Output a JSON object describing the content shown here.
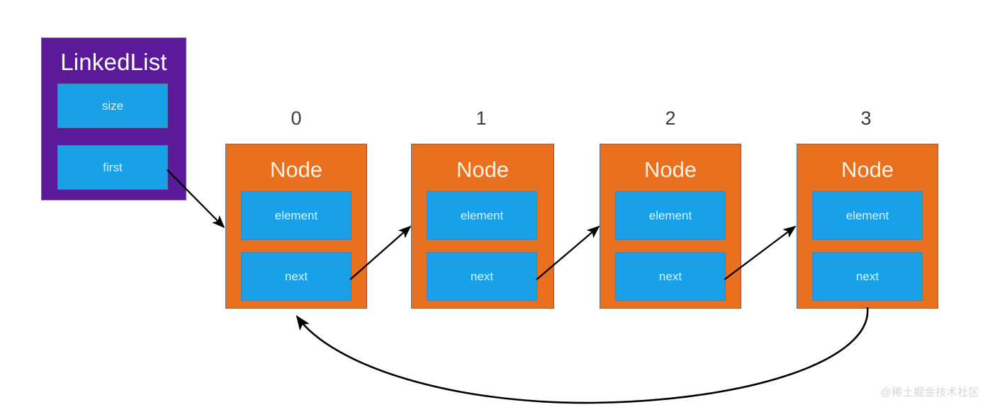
{
  "diagram": {
    "title": "LinkedList structure diagram",
    "background": "#ffffff",
    "colors": {
      "container": "#5B1A99",
      "node": "#E8701F",
      "field": "#18A0E8",
      "field_text": "#d9f4ff",
      "title_text": "#ffffff",
      "index_text": "#3b3b3b",
      "arrow": "#000000",
      "watermark": "#d3d5d8"
    }
  },
  "linked_list": {
    "title": "LinkedList",
    "fields": [
      {
        "label": "size"
      },
      {
        "label": "first"
      }
    ]
  },
  "nodes": [
    {
      "index": "0",
      "title": "Node",
      "fields": [
        {
          "label": "element"
        },
        {
          "label": "next"
        }
      ]
    },
    {
      "index": "1",
      "title": "Node",
      "fields": [
        {
          "label": "element"
        },
        {
          "label": "next"
        }
      ]
    },
    {
      "index": "2",
      "title": "Node",
      "fields": [
        {
          "label": "element"
        },
        {
          "label": "next"
        }
      ]
    },
    {
      "index": "3",
      "title": "Node",
      "fields": [
        {
          "label": "element"
        },
        {
          "label": "next"
        }
      ]
    }
  ],
  "arrows": [
    {
      "name": "first-to-node0",
      "from": "LinkedList.first",
      "to": "Node 0",
      "style": "straight"
    },
    {
      "name": "node0-next-to-node1",
      "from": "Node 0.next",
      "to": "Node 1",
      "style": "straight"
    },
    {
      "name": "node1-next-to-node2",
      "from": "Node 1.next",
      "to": "Node 2",
      "style": "straight"
    },
    {
      "name": "node2-next-to-node3",
      "from": "Node 2.next",
      "to": "Node 3",
      "style": "straight"
    },
    {
      "name": "node3-next-to-node0",
      "from": "Node 3.next",
      "to": "Node 0",
      "style": "curved"
    }
  ],
  "watermark": {
    "text": "@稀土掘金技术社区"
  }
}
